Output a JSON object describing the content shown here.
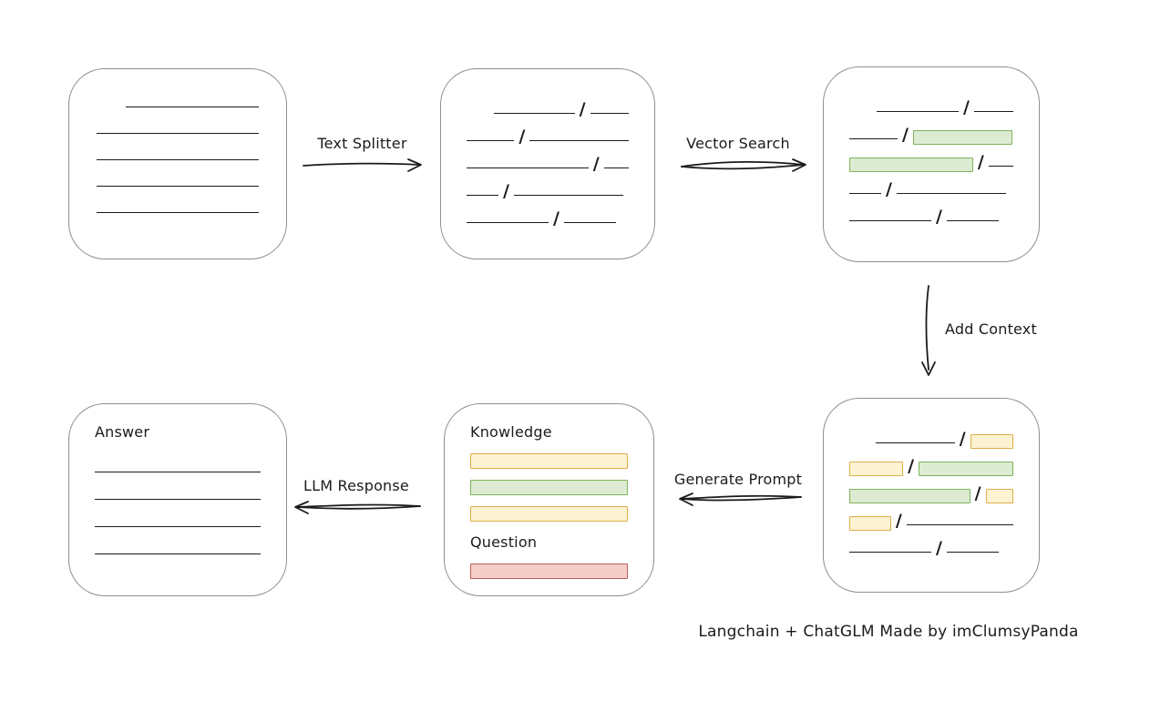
{
  "caption": "Langchain + ChatGLM Made by imClumsyPanda",
  "labels": {
    "text_splitter": "Text Splitter",
    "vector_search": "Vector Search",
    "add_context": "Add Context",
    "generate_prompt": "Generate Prompt",
    "llm_response": "LLM Response"
  },
  "boxes": {
    "document": {
      "rows": [
        [
          "gap:32",
          "line:148"
        ],
        [
          "line:180"
        ],
        [
          "line:180"
        ],
        [
          "line:180"
        ],
        [
          "line:180"
        ]
      ]
    },
    "chunks": {
      "rows": [
        [
          "gap:30",
          "line:90",
          "slash",
          "line:43"
        ],
        [
          "line:53",
          "slash",
          "line:110"
        ],
        [
          "line:137",
          "slash",
          "line:28"
        ],
        [
          "line:35",
          "slash",
          "line:120"
        ],
        [
          "line:90",
          "slash",
          "line:57"
        ]
      ]
    },
    "matched": {
      "rows": [
        [
          "gap:30",
          "line:90",
          "slash",
          "line:43"
        ],
        [
          "line:53",
          "slash",
          "bar:green:107"
        ],
        [
          "bar:green:138",
          "slash",
          "line:28"
        ],
        [
          "line:35",
          "slash",
          "line:120"
        ],
        [
          "line:90",
          "slash",
          "line:57"
        ]
      ]
    },
    "context": {
      "rows": [
        [
          "gap:30",
          "line:90",
          "slash",
          "bar:yellow:47"
        ],
        [
          "bar:yellow:60",
          "slash",
          "bar:green:107"
        ],
        [
          "bar:green:138",
          "slash",
          "bar:yellow:30"
        ],
        [
          "bar:yellow:45",
          "slash",
          "line:120"
        ],
        [
          "line:90",
          "slash",
          "line:57"
        ]
      ]
    },
    "prompt": {
      "knowledge_label": "Knowledge",
      "question_label": "Question",
      "knowledge_rows": [
        [
          "bar:yellow:180"
        ],
        [
          "bar:green:180"
        ],
        [
          "bar:yellow:180"
        ]
      ],
      "question_rows": [
        [
          "bar:red:180"
        ]
      ]
    },
    "answer": {
      "label": "Answer",
      "rows": [
        [
          "line:182"
        ],
        [
          "line:182"
        ],
        [
          "line:182"
        ],
        [
          "line:182"
        ]
      ]
    }
  },
  "colors": {
    "ink": "#1b1b1b",
    "box_border": "#8f8f8f",
    "green_fill": "#dcebd1",
    "green_stroke": "#7fb35b",
    "yellow_fill": "#fdf3d3",
    "yellow_stroke": "#ddae48",
    "red_fill": "#f5cdc9",
    "red_stroke": "#bb5f5a"
  }
}
